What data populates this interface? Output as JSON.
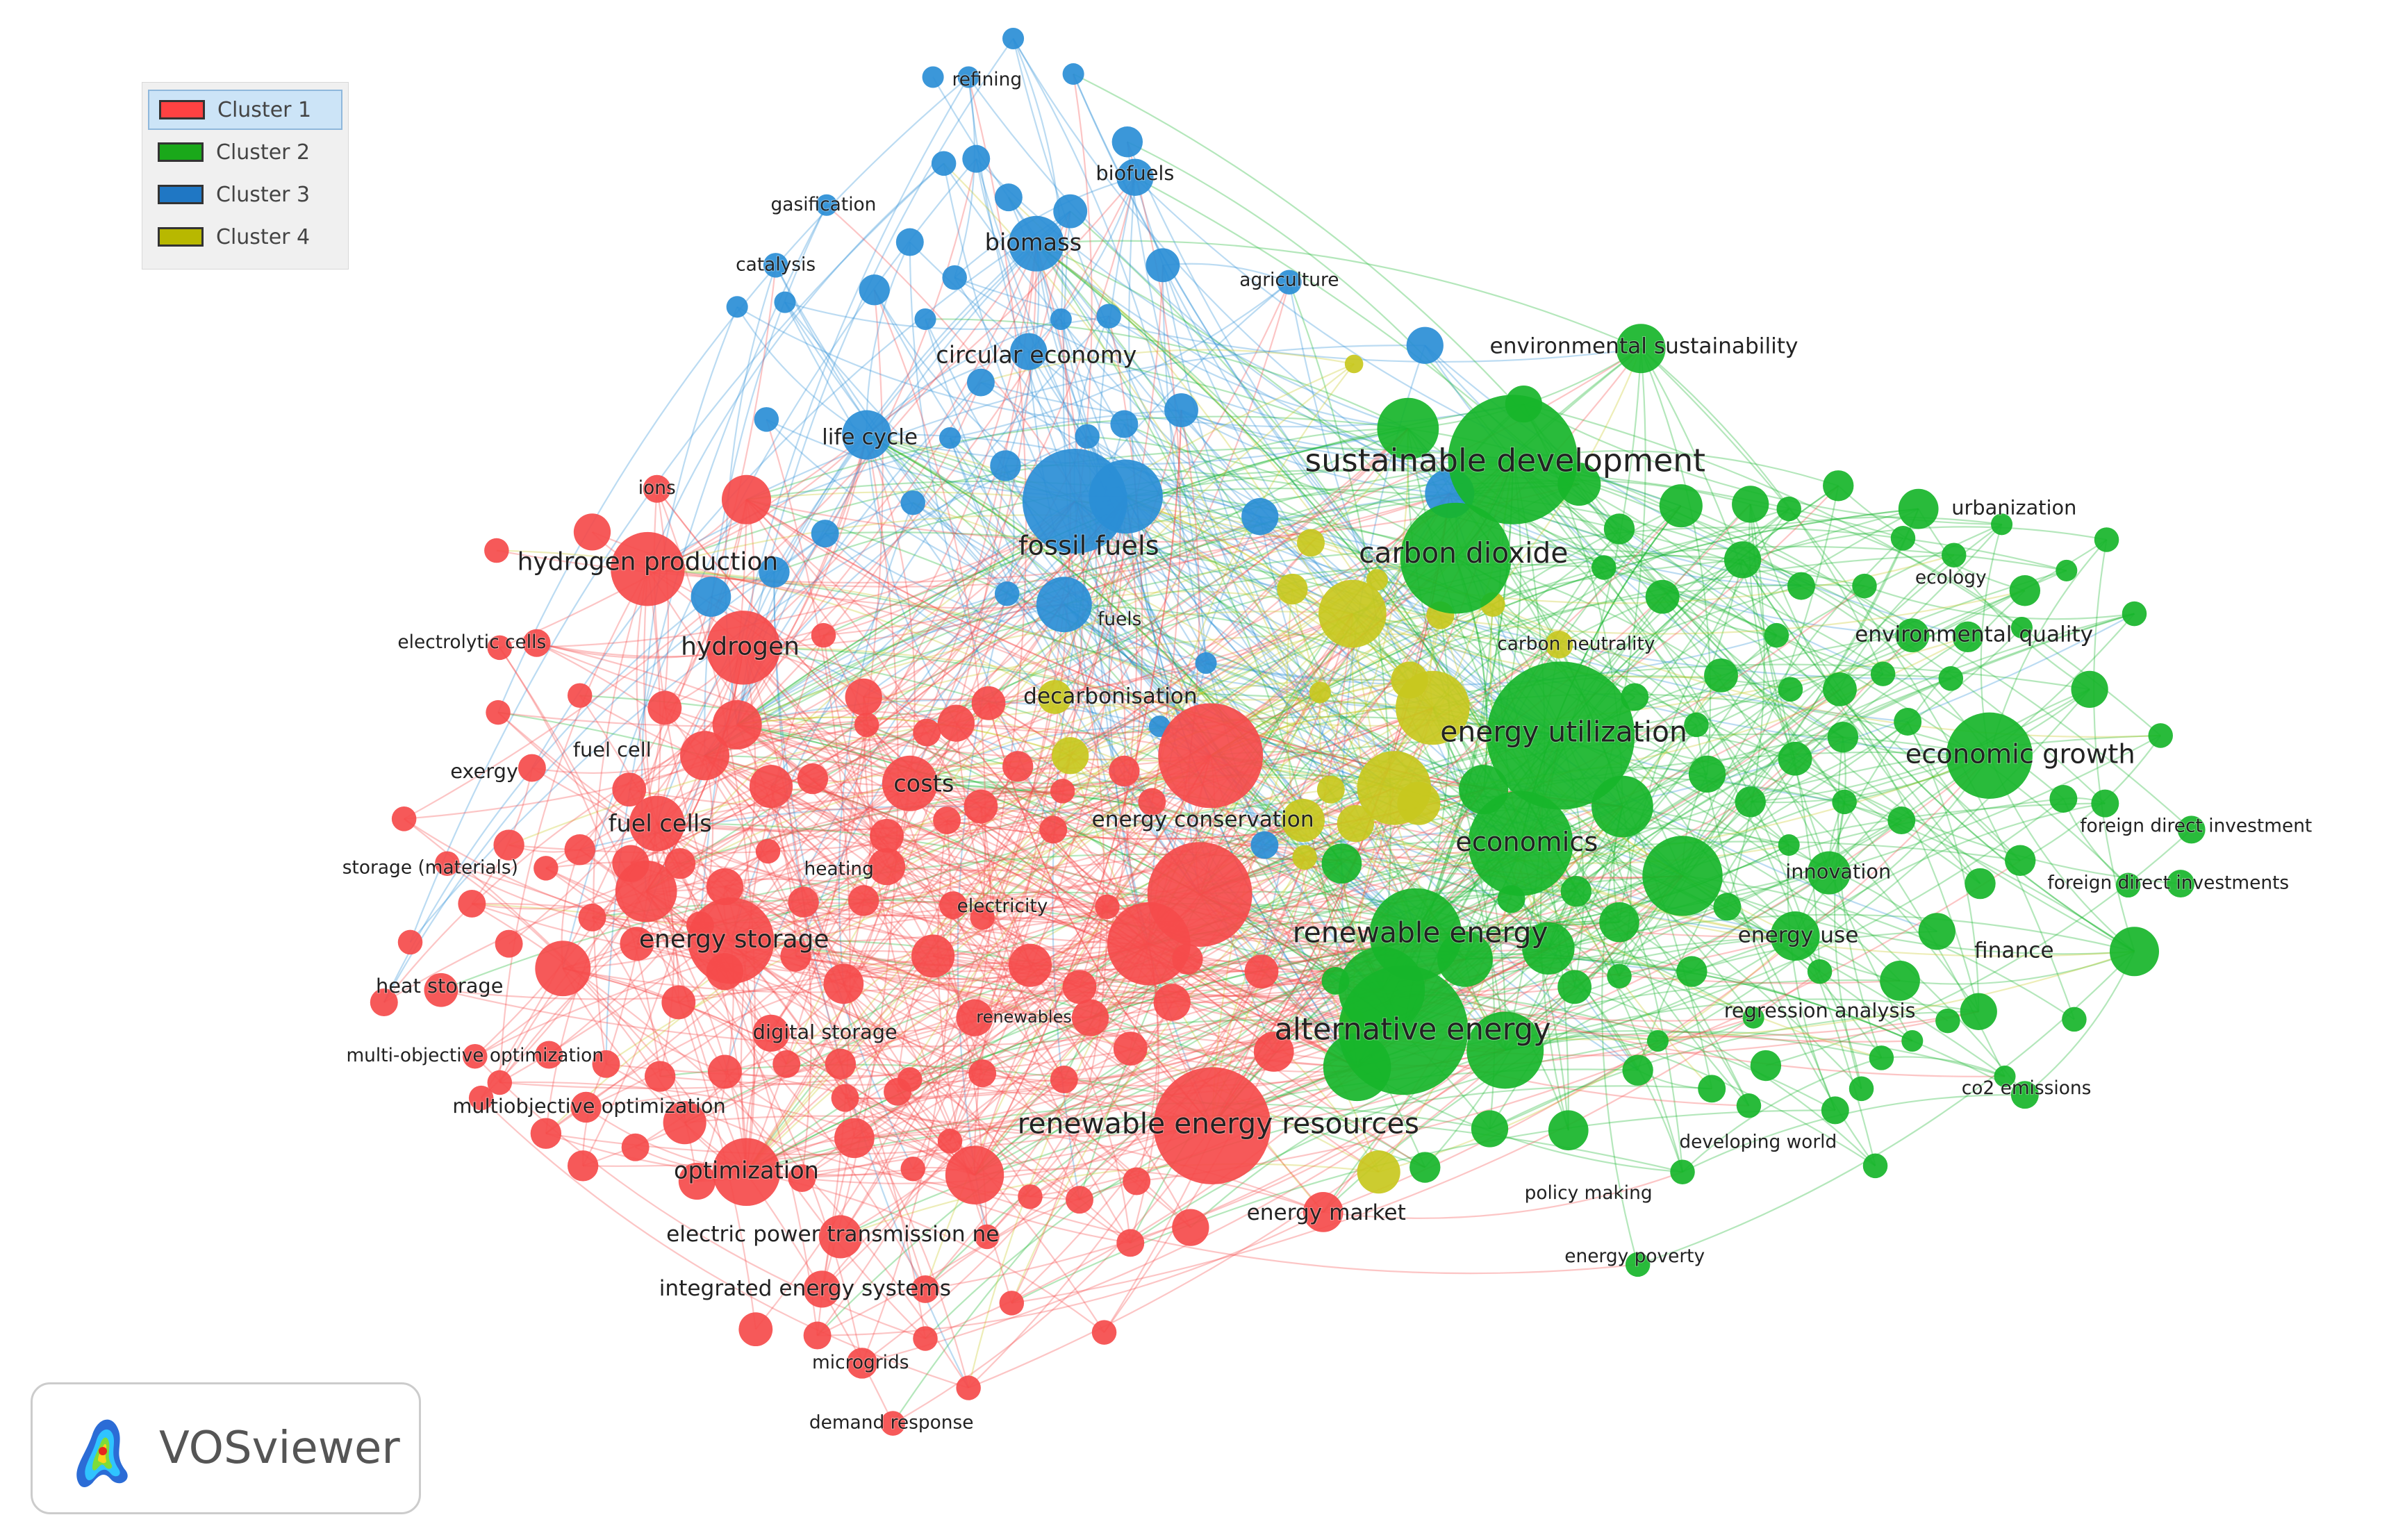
{
  "app": {
    "logo_text": "VOSviewer"
  },
  "legend": {
    "items": [
      {
        "label": "Cluster 1",
        "color": "#ff4242",
        "selected": true
      },
      {
        "label": "Cluster 2",
        "color": "#1aa81a",
        "selected": false
      },
      {
        "label": "Cluster 3",
        "color": "#1f77c4",
        "selected": false
      },
      {
        "label": "Cluster 4",
        "color": "#b8b800",
        "selected": false
      }
    ]
  },
  "colors": {
    "cluster1": "#f54b4b",
    "cluster2": "#17b52a",
    "cluster3": "#2a8ed6",
    "cluster4": "#c8c81e"
  },
  "labels": [
    {
      "text": "refining",
      "cluster": 3
    },
    {
      "text": "biofuels",
      "cluster": 3
    },
    {
      "text": "gasification",
      "cluster": 3
    },
    {
      "text": "biomass",
      "cluster": 3
    },
    {
      "text": "catalysis",
      "cluster": 3
    },
    {
      "text": "agriculture",
      "cluster": 3
    },
    {
      "text": "circular economy",
      "cluster": 3
    },
    {
      "text": "life cycle",
      "cluster": 3
    },
    {
      "text": "fossil fuels",
      "cluster": 3
    },
    {
      "text": "fuels",
      "cluster": 3
    },
    {
      "text": "environmental sustainability",
      "cluster": 2
    },
    {
      "text": "sustainable development",
      "cluster": 2
    },
    {
      "text": "carbon dioxide",
      "cluster": 2
    },
    {
      "text": "urbanization",
      "cluster": 2
    },
    {
      "text": "ecology",
      "cluster": 2
    },
    {
      "text": "environmental quality",
      "cluster": 2
    },
    {
      "text": "carbon neutrality",
      "cluster": 4
    },
    {
      "text": "energy utilization",
      "cluster": 2
    },
    {
      "text": "economic growth",
      "cluster": 2
    },
    {
      "text": "foreign direct investment",
      "cluster": 2
    },
    {
      "text": "foreign direct investments",
      "cluster": 2
    },
    {
      "text": "economics",
      "cluster": 2
    },
    {
      "text": "innovation",
      "cluster": 2
    },
    {
      "text": "energy use",
      "cluster": 2
    },
    {
      "text": "finance",
      "cluster": 2
    },
    {
      "text": "renewable energy",
      "cluster": 2
    },
    {
      "text": "regression analysis",
      "cluster": 2
    },
    {
      "text": "alternative energy",
      "cluster": 2
    },
    {
      "text": "co2 emissions",
      "cluster": 2
    },
    {
      "text": "developing world",
      "cluster": 2
    },
    {
      "text": "policy making",
      "cluster": 2
    },
    {
      "text": "energy poverty",
      "cluster": 2
    },
    {
      "text": "energy market",
      "cluster": 4
    },
    {
      "text": "ions",
      "cluster": 1
    },
    {
      "text": "hydrogen production",
      "cluster": 1
    },
    {
      "text": "electrolytic cells",
      "cluster": 1
    },
    {
      "text": "hydrogen",
      "cluster": 1
    },
    {
      "text": "decarbonisation",
      "cluster": 4
    },
    {
      "text": "fuel cell",
      "cluster": 1
    },
    {
      "text": "exergy",
      "cluster": 1
    },
    {
      "text": "costs",
      "cluster": 1
    },
    {
      "text": "fuel cells",
      "cluster": 1
    },
    {
      "text": "energy conservation",
      "cluster": 4
    },
    {
      "text": "storage (materials)",
      "cluster": 1
    },
    {
      "text": "heating",
      "cluster": 1
    },
    {
      "text": "electricity",
      "cluster": 1
    },
    {
      "text": "energy storage",
      "cluster": 1
    },
    {
      "text": "heat storage",
      "cluster": 1
    },
    {
      "text": "digital storage",
      "cluster": 1
    },
    {
      "text": "renewables",
      "cluster": 1
    },
    {
      "text": "multi-objective optimization",
      "cluster": 1
    },
    {
      "text": "multiobjective optimization",
      "cluster": 1
    },
    {
      "text": "renewable energy resources",
      "cluster": 1
    },
    {
      "text": "optimization",
      "cluster": 1
    },
    {
      "text": "electric power transmission ne",
      "cluster": 1
    },
    {
      "text": "integrated energy systems",
      "cluster": 1
    },
    {
      "text": "microgrids",
      "cluster": 1
    },
    {
      "text": "demand response",
      "cluster": 1
    }
  ]
}
